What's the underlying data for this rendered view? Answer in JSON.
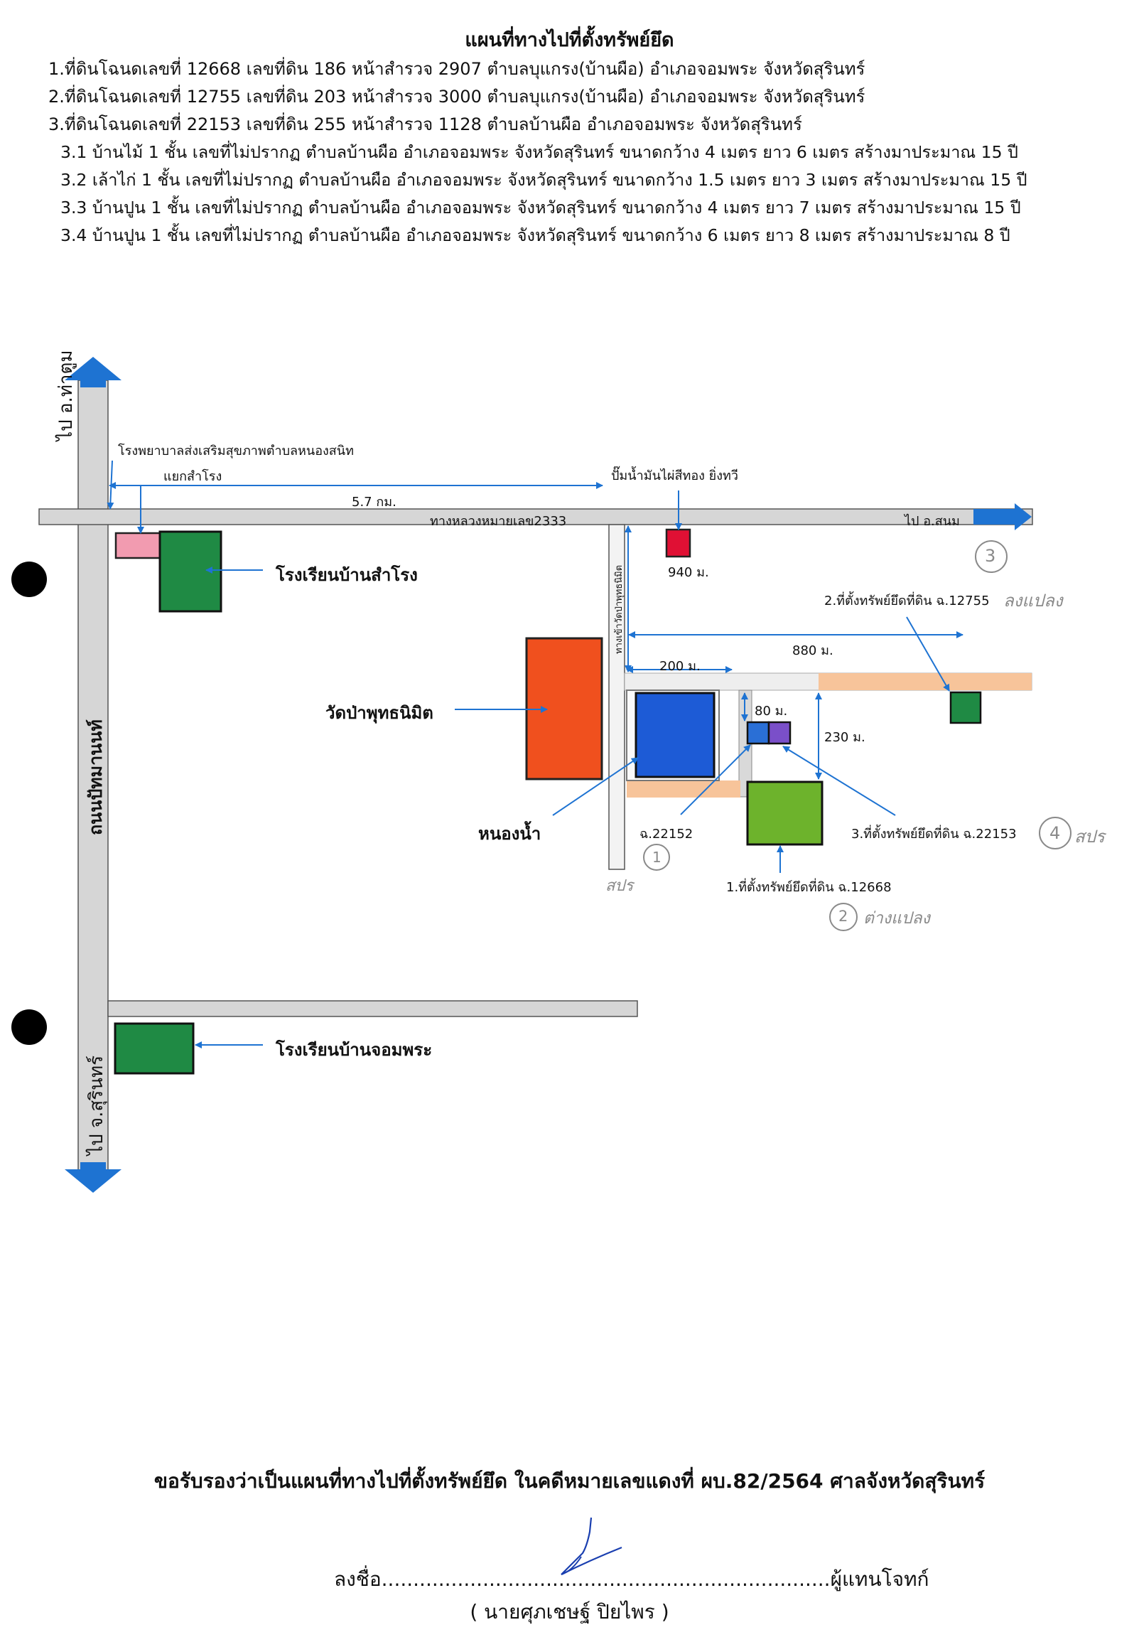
{
  "header": {
    "title": "แผนที่ทางไปที่ตั้งทรัพย์ยึด",
    "lines": [
      "1.ที่ดินโฉนดเลขที่ 12668 เลขที่ดิน 186 หน้าสำรวจ 2907 ตำบลบุแกรง(บ้านผือ) อำเภอจอมพระ จังหวัดสุรินทร์",
      "2.ที่ดินโฉนดเลขที่ 12755 เลขที่ดิน 203 หน้าสำรวจ 3000 ตำบลบุแกรง(บ้านผือ) อำเภอจอมพระ จังหวัดสุรินทร์",
      "3.ที่ดินโฉนดเลขที่ 22153 เลขที่ดิน 255 หน้าสำรวจ 1128 ตำบลบ้านผือ อำเภอจอมพระ จังหวัดสุรินทร์",
      "3.1 บ้านไม้ 1 ชั้น เลขที่ไม่ปรากฏ ตำบลบ้านผือ อำเภอจอมพระ จังหวัดสุรินทร์ ขนาดกว้าง 4 เมตร ยาว 6 เมตร สร้างมาประมาณ 15 ปี",
      "3.2 เล้าไก่ 1 ชั้น เลขที่ไม่ปรากฏ ตำบลบ้านผือ อำเภอจอมพระ จังหวัดสุรินทร์ ขนาดกว้าง 1.5 เมตร ยาว 3 เมตร สร้างมาประมาณ 15 ปี",
      "3.3 บ้านปูน 1 ชั้น เลขที่ไม่ปรากฏ ตำบลบ้านผือ อำเภอจอมพระ จังหวัดสุรินทร์ ขนาดกว้าง 4 เมตร ยาว 7 เมตร สร้างมาประมาณ 15 ปี",
      "3.4 บ้านปูน 1 ชั้น เลขที่ไม่ปรากฏ ตำบลบ้านผือ อำเภอจอมพระ จังหวัดสุรินทร์ ขนาดกว้าง 6 เมตร ยาว 8 เมตร สร้างมาประมาณ 8 ปี"
    ]
  },
  "map": {
    "road_left_top": "ไป อ.ท่าตูม",
    "road_left_bottom": "ไป จ.สุรินทร์",
    "road_left_name": "ถนนปัทมานนท์",
    "highway": "ทางหลวงหมายเลข2333",
    "to_east": "ไป อ.สนม",
    "side_road": "ทางเข้าวัดป่าพุทธนิมิต",
    "hospital": "โรงพยาบาลส่งเสริมสุขภาพตำบลหนองสนิท",
    "junction": "แยกสำโรง",
    "distance_main": "5.7 กม.",
    "gas_station": "ปั๊มน้ำมันไผ่สีทอง ยิ่งทวี",
    "school_samrong": "โรงเรียนบ้านสำโรง",
    "temple": "วัดป่าพุทธนิมิต",
    "pond": "หนองน้ำ",
    "school_jompra": "โรงเรียนบ้านจอมพระ",
    "dist_940": "940 ม.",
    "dist_880": "880 ม.",
    "dist_200": "200 ม.",
    "dist_80": "80 ม.",
    "dist_230": "230 ม.",
    "parcel_22152": "ฉ.22152",
    "seized_1": "1.ที่ตั้งทรัพย์ยึดที่ดิน ฉ.12668",
    "seized_2": "2.ที่ตั้งทรัพย์ยึดที่ดิน ฉ.12755",
    "seized_3": "3.ที่ตั้งทรัพย์ยึดที่ดิน ฉ.22153",
    "hand_notes": {
      "n1": "1",
      "n1_text": "สปร",
      "n2": "2",
      "n2_text": "ต่างแปลง",
      "n3": "3",
      "n3_text": "ลงแปลง",
      "n4": "4",
      "n4_text": "สปร"
    }
  },
  "footer": {
    "certification": "ขอรับรองว่าเป็นแผนที่ทางไปที่ตั้งทรัพย์ยึด ในคดีหมายเลขแดงที่ ผบ.82/2564 ศาลจังหวัดสุรินทร์",
    "sign_prefix": "ลงชื่อ",
    "sign_suffix": "ผู้แทนโจทก์",
    "signer": "( นายศุภเชษฐ์ ปิยไพร )"
  },
  "colors": {
    "road": "#d6d6d6",
    "arrow": "#1e73d2",
    "school": "#1f8a44",
    "temple": "#f0501e",
    "pond": "#1d5bd6",
    "gas": "#e01034",
    "hospital": "#f29bb0",
    "parcel_green": "#6db32c",
    "parcel_purple": "#7a4fc9",
    "peach": "#f7c49a"
  }
}
